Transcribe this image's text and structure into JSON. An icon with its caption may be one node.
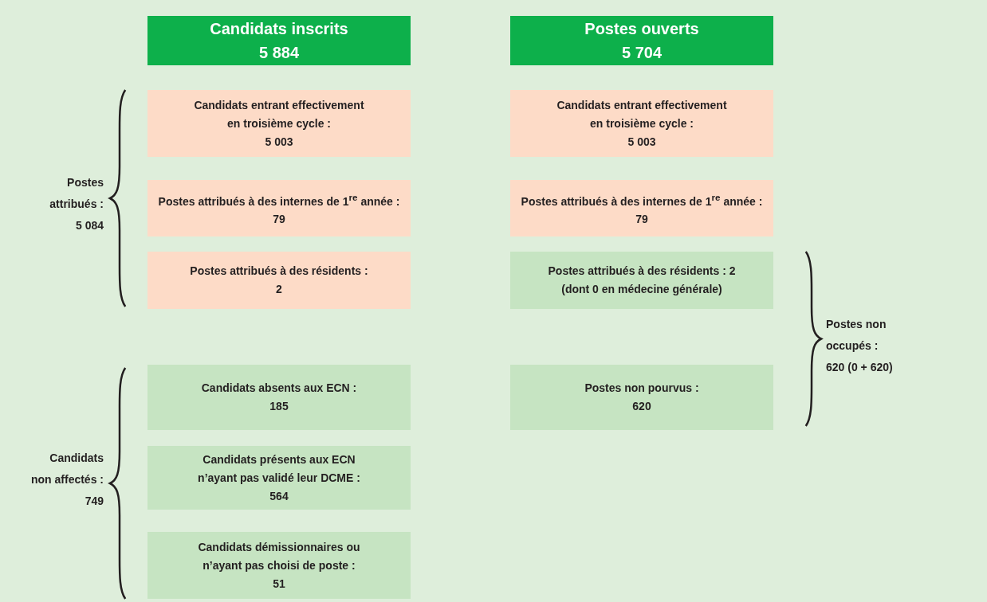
{
  "diagram": {
    "nodes": [
      {
        "text": [
          "Candidats inscrits",
          "5 884"
        ]
      },
      {
        "text": [
          "Postes ouverts",
          "5 704"
        ]
      },
      {
        "text": [
          "Candidats entrant effectivement en troisième cycle :",
          "5 003"
        ]
      },
      {
        "text": [
          "Candidats entrant effectivement en troisième cycle :",
          "5 003"
        ]
      },
      {
        "text": [
          "Postes attribués à des internes de 1$^{re}$ année :",
          "79"
        ]
      },
      {
        "text": [
          "Postes attribués à des internes de 1$^{re}$ année :",
          "79"
        ]
      },
      {
        "text": [
          "Postes attribués à des résidents :",
          "2"
        ]
      },
      {
        "text": [
          "Postes attribués à des résidents : 2",
          "(dont 0 en médecine générale)"
        ]
      },
      {
        "text": [
          "Candidats absents aux ECN :",
          "185"
        ]
      },
      {
        "text": [
          "Postes non pourvus :",
          "620"
        ]
      },
      {
        "text": [
          "Candidats présents aux ECN n’ayant pas validé leur DCME :",
          "564"
        ]
      },
      {
        "text": [
          "Candidats démissionnaires ou n’ayant pas choisi de poste :",
          "51"
        ]
      }
    ],
    "labels": [
      "Postes attribués : 5 084",
      "Candidats non affectés : 749",
      "Postes non occupés : 620 (0 + 620)"
    ]
  }
}
